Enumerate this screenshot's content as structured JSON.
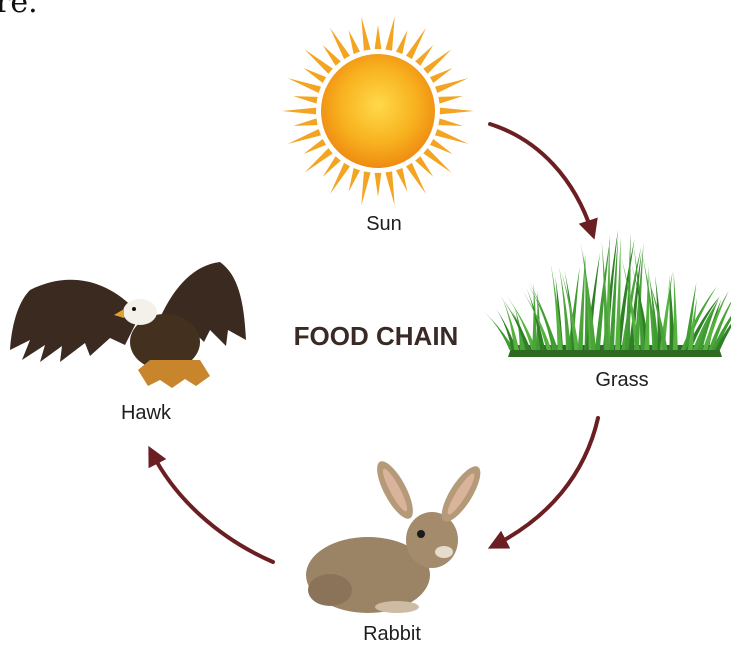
{
  "header_fragment": "re.",
  "title": "FOOD CHAIN",
  "nodes": [
    {
      "id": "sun",
      "label": "Sun",
      "icon": "sun-icon"
    },
    {
      "id": "grass",
      "label": "Grass",
      "icon": "grass-icon"
    },
    {
      "id": "rabbit",
      "label": "Rabbit",
      "icon": "rabbit-icon"
    },
    {
      "id": "hawk",
      "label": "Hawk",
      "icon": "hawk-icon"
    }
  ],
  "edges": [
    {
      "from": "sun",
      "to": "grass"
    },
    {
      "from": "grass",
      "to": "rabbit"
    },
    {
      "from": "rabbit",
      "to": "hawk"
    }
  ],
  "colors": {
    "arrow": "#6b1f22",
    "sun_core": "#f6a01a",
    "sun_rays": "#f3a522",
    "grass": "#3f9b32",
    "hawk_body": "#3b2a20",
    "rabbit": "#9b8466"
  }
}
